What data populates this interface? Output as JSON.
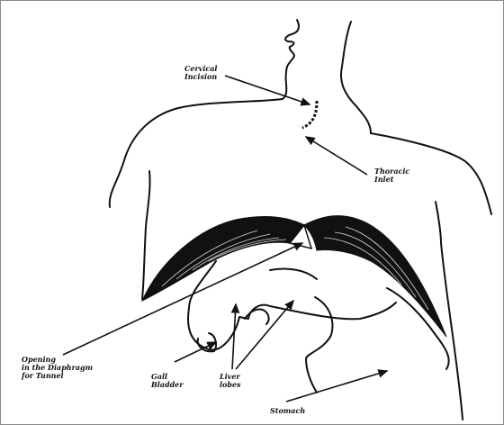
{
  "labels": {
    "cervical": [
      "Cervical",
      "Incision"
    ],
    "thoracic": [
      "Thoracic",
      "Inlet"
    ],
    "opening": [
      "Opening",
      "in the Diaphragm",
      "for Tunnel"
    ],
    "gall": [
      "Gall",
      "Bladder"
    ],
    "liver": [
      "Liver",
      "lobes"
    ],
    "stomach": [
      "Stomach"
    ]
  },
  "colors": {
    "ink": "#111111",
    "border": "#8a8a8a",
    "background": "#ffffff"
  }
}
